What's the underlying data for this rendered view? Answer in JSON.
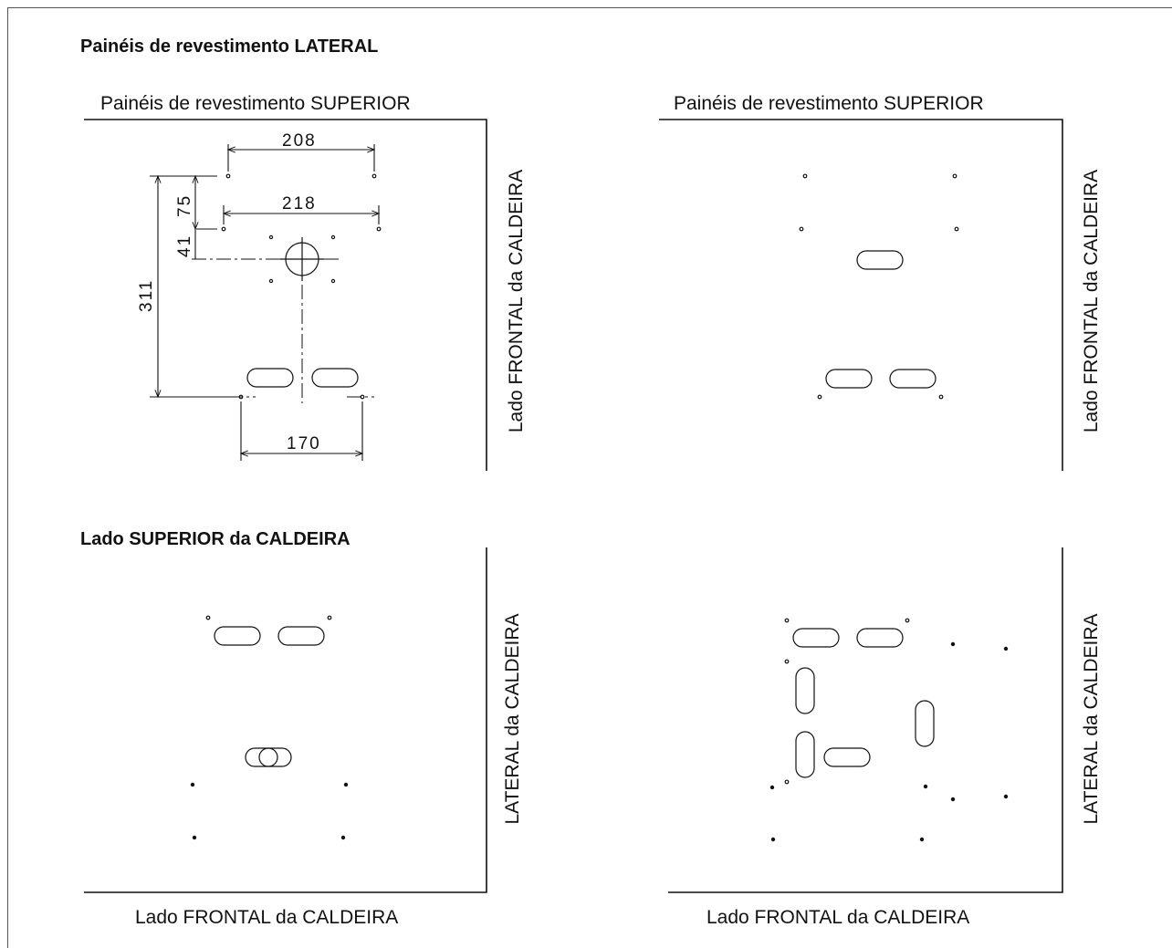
{
  "titles": {
    "lateral": "Painéis de revestimento LATERAL",
    "superior": "Lado SUPERIOR da CALDEIRA"
  },
  "panels": {
    "top_left": {
      "top_label": "Painéis de revestimento SUPERIOR",
      "side_label": "Lado FRONTAL da CALDEIRA"
    },
    "top_right": {
      "top_label": "Painéis de revestimento SUPERIOR",
      "side_label": "Lado FRONTAL da CALDEIRA"
    },
    "bottom_left": {
      "side_label": "LATERAL da CALDEIRA",
      "bottom_label": "Lado FRONTAL da CALDEIRA"
    },
    "bottom_right": {
      "side_label": "LATERAL da CALDEIRA",
      "bottom_label": "Lado FRONTAL da CALDEIRA"
    }
  },
  "dimensions": {
    "d208": "208",
    "d218": "218",
    "d170": "170",
    "d311": "311",
    "d75": "75",
    "d41": "41"
  }
}
